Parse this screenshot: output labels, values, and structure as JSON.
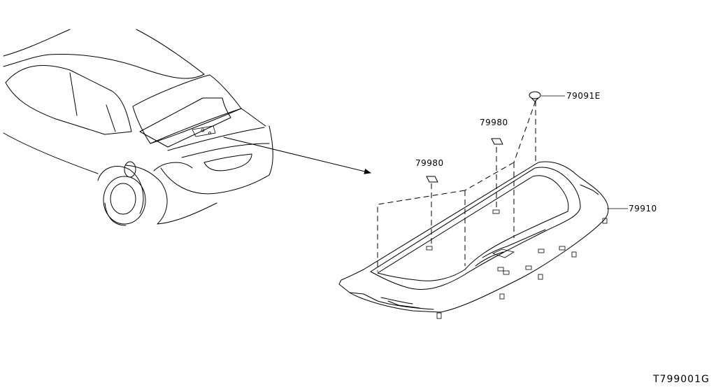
{
  "parts": [
    {
      "id": "clip",
      "number": "79091E"
    },
    {
      "id": "pad-upper",
      "number": "79980"
    },
    {
      "id": "pad-lower",
      "number": "79980"
    },
    {
      "id": "rear-parcel-shelf",
      "number": "79910"
    }
  ],
  "diagram_code": "T799001G"
}
